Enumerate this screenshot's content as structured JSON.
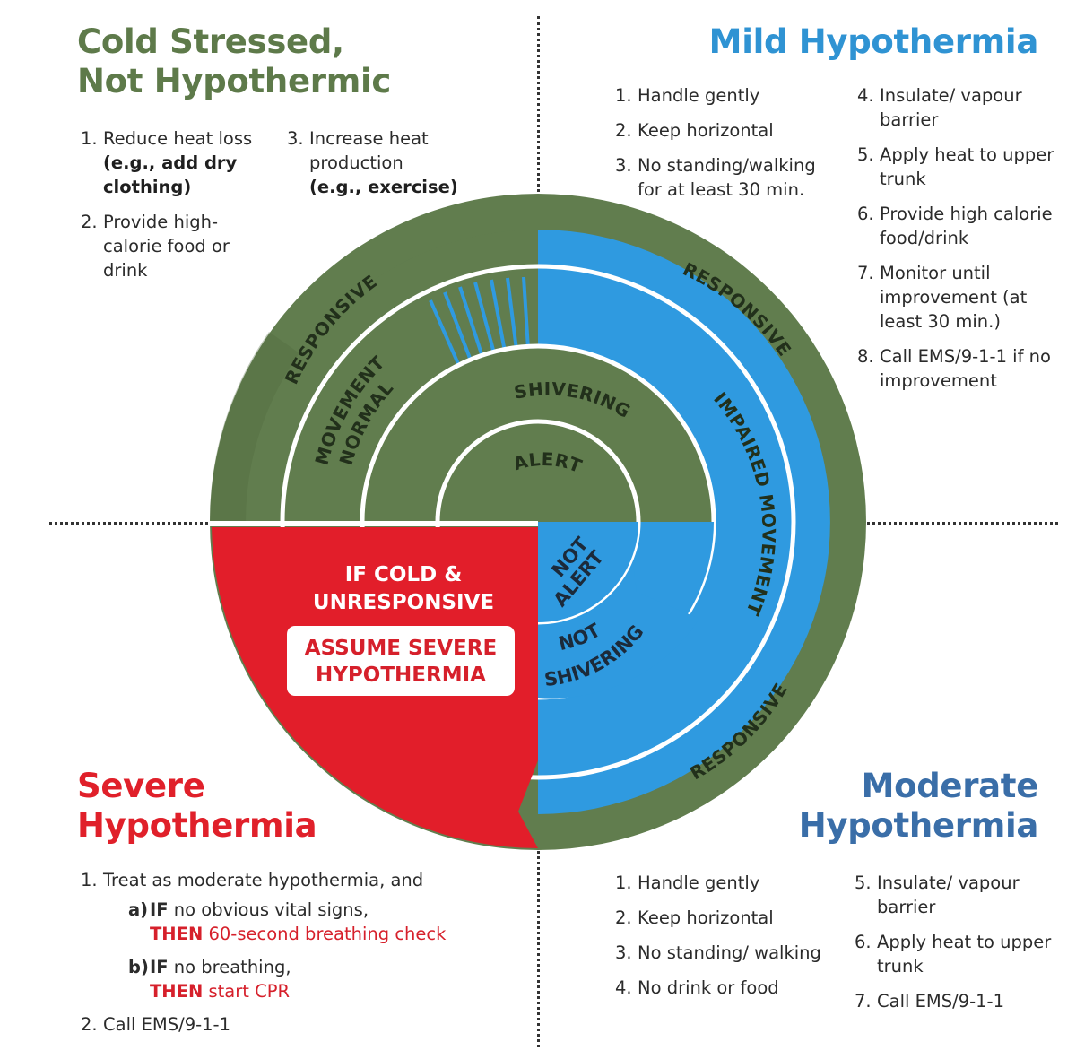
{
  "quadrants": {
    "cold_stressed": {
      "title": [
        "Cold Stressed,",
        "Not Hypothermic"
      ],
      "steps_col1": [
        {
          "num": "1.",
          "text": "Reduce heat loss",
          "bold": "(e.g., add dry clothing)"
        },
        {
          "num": "2.",
          "text": "Provide high-calorie food or drink",
          "bold": ""
        }
      ],
      "steps_col2": [
        {
          "num": "3.",
          "text": "Increase heat production",
          "bold": "(e.g., exercise)"
        }
      ]
    },
    "mild": {
      "title": [
        "Mild Hypothermia"
      ],
      "steps_col1": [
        {
          "num": "1.",
          "text": "Handle gently"
        },
        {
          "num": "2.",
          "text": "Keep horizontal"
        },
        {
          "num": "3.",
          "text": "No standing/walking for at least 30 min."
        }
      ],
      "steps_col2": [
        {
          "num": "4.",
          "text": "Insulate/ vapour barrier"
        },
        {
          "num": "5.",
          "text": "Apply heat to upper trunk"
        },
        {
          "num": "6.",
          "text": "Provide high calorie food/drink"
        },
        {
          "num": "7.",
          "text": "Monitor until improvement (at least 30 min.)"
        },
        {
          "num": "8.",
          "text": "Call EMS/9-1-1 if no improvement"
        }
      ]
    },
    "severe": {
      "title": [
        "Severe",
        "Hypothermia"
      ],
      "step1": {
        "num": "1.",
        "text": "Treat as moderate hypothermia, and"
      },
      "sub_a": {
        "num": "a)",
        "if_kw": "IF",
        "if_text": "no obvious vital signs,",
        "then_kw": "THEN",
        "then_text": "60-second breathing check"
      },
      "sub_b": {
        "num": "b)",
        "if_kw": "IF",
        "if_text": "no breathing,",
        "then_kw": "THEN",
        "then_text": "start CPR"
      },
      "step2": {
        "num": "2.",
        "text": "Call EMS/9-1-1"
      }
    },
    "moderate": {
      "title": [
        "Moderate",
        "Hypothermia"
      ],
      "steps_col1": [
        {
          "num": "1.",
          "text": "Handle gently"
        },
        {
          "num": "2.",
          "text": "Keep horizontal"
        },
        {
          "num": "3.",
          "text": "No standing/ walking"
        },
        {
          "num": "4.",
          "text": "No drink or food"
        }
      ],
      "steps_col2": [
        {
          "num": "5.",
          "text": "Insulate/ vapour barrier"
        },
        {
          "num": "6.",
          "text": "Apply heat to upper trunk"
        },
        {
          "num": "7.",
          "text": "Call EMS/9-1-1"
        }
      ]
    }
  },
  "diagram": {
    "responsive_left": "RESPONSIVE",
    "responsive_right": "RESPONSIVE",
    "responsive_bottom": "RESPONSIVE",
    "movement_normal": [
      "MOVEMENT",
      "NORMAL"
    ],
    "impaired_movement": "IMPAIRED MOVEMENT",
    "shivering": "SHIVERING",
    "alert": "ALERT",
    "not_alert": [
      "NOT",
      "ALERT"
    ],
    "not_shivering": [
      "NOT",
      "SHIVERING"
    ],
    "if_cold": [
      "IF COLD &",
      "UNRESPONSIVE"
    ],
    "assume": [
      "ASSUME SEVERE",
      "HYPOTHERMIA"
    ]
  },
  "colors": {
    "green": "#617d4e",
    "blue": "#2f9ae0",
    "red": "#e21e2a",
    "title_green": "#5e7a4a",
    "title_blue": "#2f93d3",
    "title_red": "#e0202a",
    "title_dark_blue": "#3a6ea8"
  }
}
